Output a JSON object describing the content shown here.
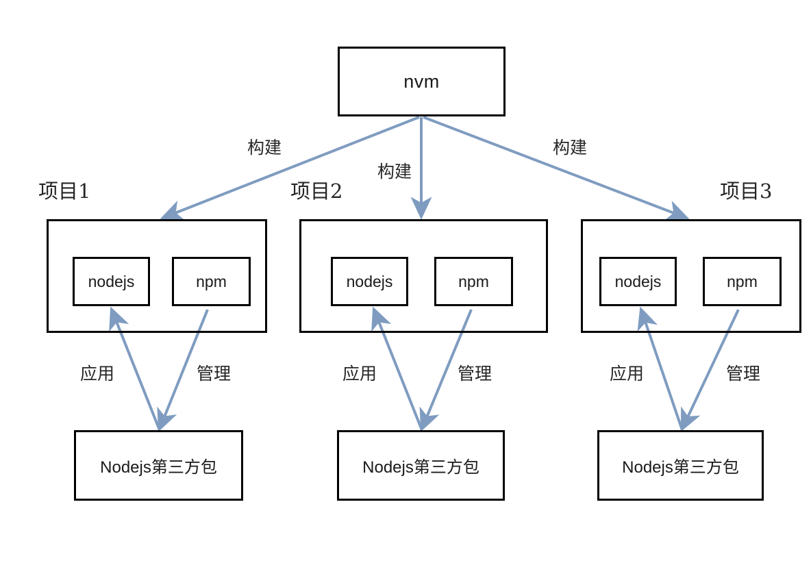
{
  "diagram": {
    "title": "nvm multi-project build diagram",
    "background": "#ffffff",
    "arrow_color": "#7f9cc0",
    "box_border_color": "#000000",
    "text_color": "#1a1a1a"
  },
  "root": {
    "label": "nvm"
  },
  "build_edges": [
    {
      "label": "构建",
      "from": "nvm",
      "to": "项目1"
    },
    {
      "label": "构建",
      "from": "nvm",
      "to": "项目2"
    },
    {
      "label": "构建",
      "from": "nvm",
      "to": "项目3"
    }
  ],
  "projects": [
    {
      "title": "项目1",
      "runtime": {
        "label": "nodejs"
      },
      "manager": {
        "label": "npm"
      },
      "package": {
        "label": "Nodejs第三方包"
      },
      "edges": [
        {
          "label": "应用",
          "from": "Nodejs第三方包",
          "to": "nodejs",
          "direction": "up"
        },
        {
          "label": "管理",
          "from": "npm",
          "to": "Nodejs第三方包",
          "direction": "down"
        }
      ]
    },
    {
      "title": "项目2",
      "runtime": {
        "label": "nodejs"
      },
      "manager": {
        "label": "npm"
      },
      "package": {
        "label": "Nodejs第三方包"
      },
      "edges": [
        {
          "label": "应用",
          "from": "Nodejs第三方包",
          "to": "nodejs",
          "direction": "up"
        },
        {
          "label": "管理",
          "from": "npm",
          "to": "Nodejs第三方包",
          "direction": "down"
        }
      ]
    },
    {
      "title": "项目3",
      "runtime": {
        "label": "nodejs"
      },
      "manager": {
        "label": "npm"
      },
      "package": {
        "label": "Nodejs第三方包"
      },
      "edges": [
        {
          "label": "应用",
          "from": "Nodejs第三方包",
          "to": "nodejs",
          "direction": "up"
        },
        {
          "label": "管理",
          "from": "npm",
          "to": "Nodejs第三方包",
          "direction": "down"
        }
      ]
    }
  ],
  "watermark": {
    "text": ""
  }
}
